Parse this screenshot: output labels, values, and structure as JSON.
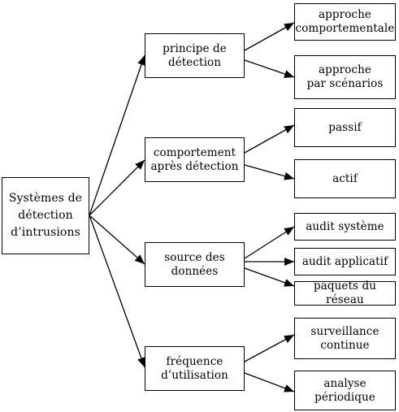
{
  "root": {
    "label": "Systèmes de\ndétection\nd’intrusions"
  },
  "categories": [
    {
      "label": "principe de\ndétection",
      "leaves": [
        "approche\ncomportementale",
        "approche\npar scénarios"
      ]
    },
    {
      "label": "comportement\naprès détection",
      "leaves": [
        "passif",
        "actif"
      ]
    },
    {
      "label": "source des\ndonnées",
      "leaves": [
        "audit système",
        "audit applicatif",
        "paquets du réseau"
      ]
    },
    {
      "label": "fréquence\nd’utilisation",
      "leaves": [
        "surveillance\ncontinue",
        "analyse\npériodique"
      ]
    }
  ]
}
